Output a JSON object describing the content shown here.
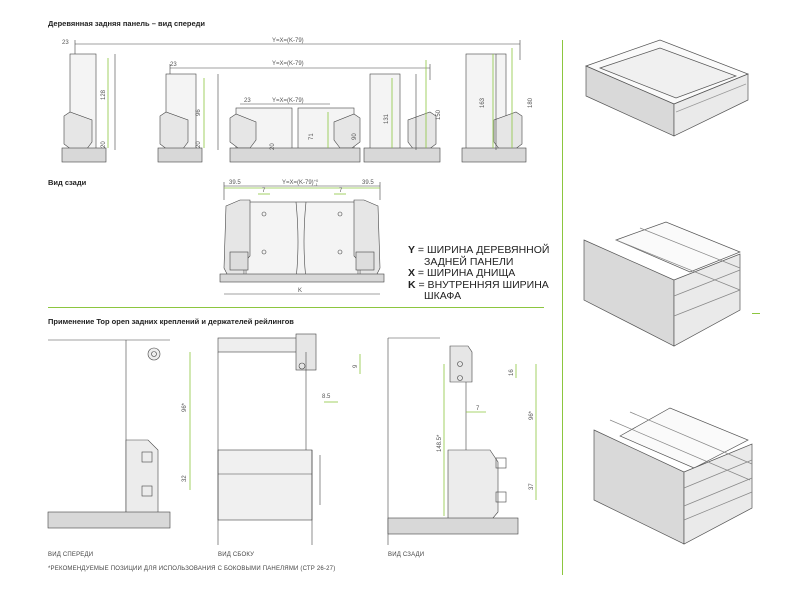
{
  "headings": {
    "front_view": "Деревянная задняя панель – вид спереди",
    "rear_view": "Вид сзади",
    "application": "Применение Top open задних креплений и держателей рейлингов"
  },
  "front_dims": {
    "d23a": "23",
    "formula_a": "Y=X=(K-79)",
    "d23b": "23",
    "formula_b": "Y=X=(K-79)",
    "d23c": "23",
    "formula_c": "Y=X=(K-79)",
    "h128": "128",
    "h20a": "20",
    "h96": "96",
    "h20b": "20",
    "h71": "71",
    "h20c": "20",
    "h90": "90",
    "h131": "131",
    "h150": "150",
    "h163": "163",
    "h180": "180"
  },
  "rear_dims": {
    "w395a": "39.5",
    "w395b": "39.5",
    "formula": "Y=X=(K-79)",
    "formula_sup": "+0",
    "formula_sub": "-1",
    "w7a": "7",
    "w7b": "7",
    "k": "K"
  },
  "legend": {
    "line1_key": "Y",
    "line1_text": " = ШИРИНА ДЕРЕВЯННОЙ",
    "line2_text": "ЗАДНЕЙ ПАНЕЛИ",
    "line3_key": "X",
    "line3_text": " = ШИРИНА ДНИЩА",
    "line4_key": "K",
    "line4_text": " = ВНУТРЕННЯЯ ШИРИНА",
    "line5_text": "ШКАФА"
  },
  "app_dims": {
    "h96a": "96*",
    "h32": "32",
    "h9": "9",
    "w85": "8.5",
    "h16": "16",
    "w7": "7",
    "h1485": "148.5*",
    "h96b": "96*",
    "h37": "37"
  },
  "captions": {
    "front": "ВИД СПЕРЕДИ",
    "side": "ВИД СБОКУ",
    "rear": "ВИД СЗАДИ",
    "footnote": "*РЕКОМЕНДУЕМЫЕ ПОЗИЦИИ ДЛЯ ИСПОЛЬЗОВАНИЯ С БОКОВЫМИ ПАНЕЛЯМИ (СТР 26-27)"
  },
  "colors": {
    "accent": "#8cc63f",
    "line": "#444444",
    "panel_fill": "#e8e8e8",
    "floor_fill": "#d8d8d8",
    "drawer_front": "#d9d9d9",
    "dim_text": "#555555"
  }
}
